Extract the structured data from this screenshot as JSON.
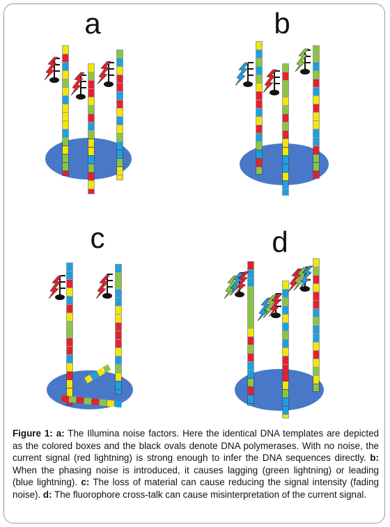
{
  "panels": {
    "a": {
      "letter": "a"
    },
    "b": {
      "letter": "b"
    },
    "c": {
      "letter": "c"
    },
    "d": {
      "letter": "d"
    }
  },
  "caption": {
    "figure_label": "Figure 1:",
    "a_label": "a:",
    "a_text": " The Illumina noise factors. Here the identical DNA templates are depicted as the colored boxes and the black ovals denote DNA polymerases. With no noise, the current signal (red lightning) is strong enough to infer the DNA sequences directly. ",
    "b_label": "b:",
    "b_text": " When the phasing noise is introduced, it causes lagging (green lightning) or leading (blue lightning). ",
    "c_label": "c:",
    "c_text": " The loss of material can cause reducing the signal intensity (fading noise). ",
    "d_label": "d:",
    "d_text": " The fluorophore cross-talk can cause misinterpretation of the current signal."
  },
  "colors": {
    "red": "#e8202a",
    "green": "#8cc63e",
    "blue": "#1ea0dc",
    "yellow": "#f4e600",
    "base_oval": "#4a78c8",
    "polymerase": "#111111"
  }
}
